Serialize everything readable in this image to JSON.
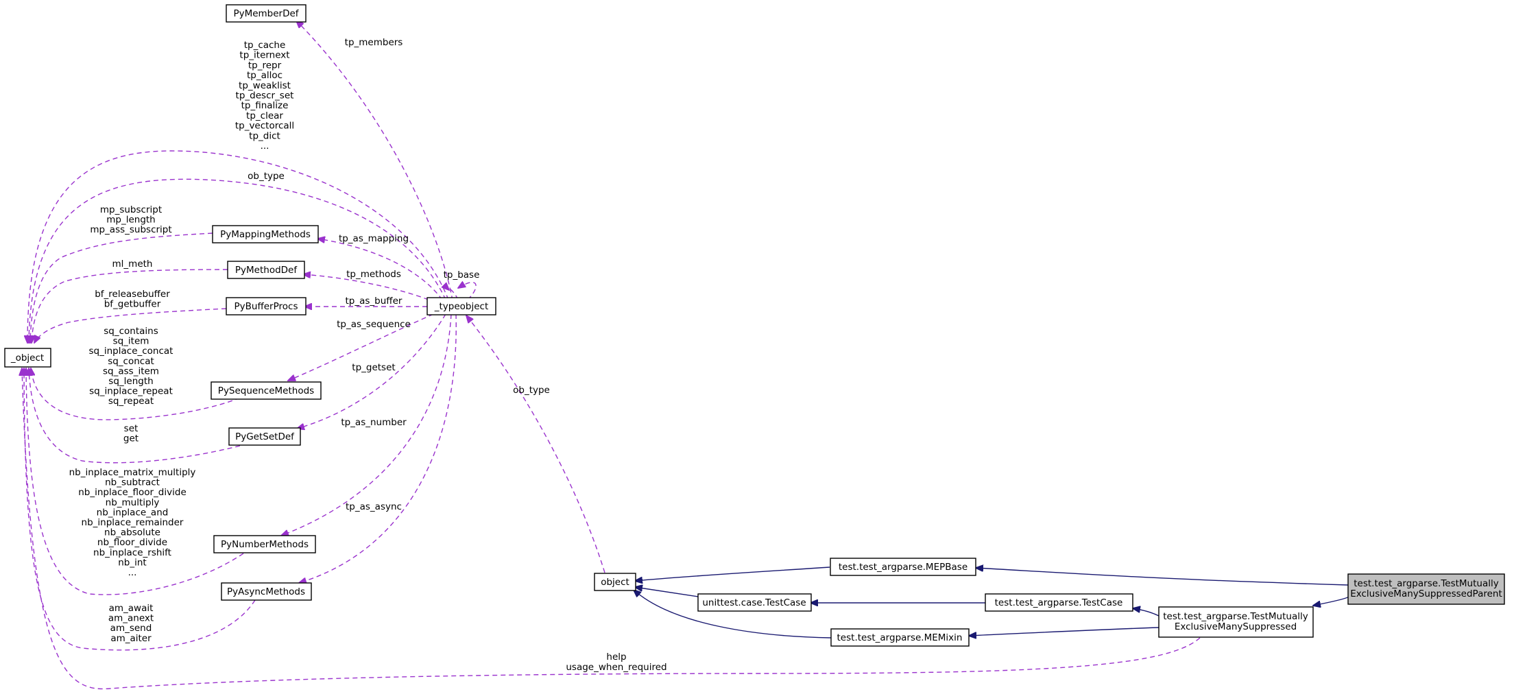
{
  "nodes": {
    "pymemberdef": "PyMemberDef",
    "pymappingmethods": "PyMappingMethods",
    "pymethoddef": "PyMethodDef",
    "pybufferprocs": "PyBufferProcs",
    "typeobject": "_typeobject",
    "object_struct": "_object",
    "pysequencemethods": "PySequenceMethods",
    "pygetsetdef": "PyGetSetDef",
    "pynumbermethods": "PyNumberMethods",
    "pyasyncmethods": "PyAsyncMethods",
    "object": "object",
    "mepbase": "test.test_argparse.MEPBase",
    "unittest_testcase": "unittest.case.TestCase",
    "argparse_testcase": "test.test_argparse.TestCase",
    "memixin": "test.test_argparse.MEMixin",
    "suppressed": [
      "test.test_argparse.TestMutually",
      "ExclusiveManySuppressed"
    ],
    "suppressed_parent": [
      "test.test_argparse.TestMutually",
      "ExclusiveManySuppressedParent"
    ]
  },
  "edge_labels": {
    "tp_members": "tp_members",
    "typeobject_self": [
      "tp_cache",
      "tp_iternext",
      "tp_repr",
      "tp_alloc",
      "tp_weaklist",
      "tp_descr_set",
      "tp_finalize",
      "tp_clear",
      "tp_vectorcall",
      "tp_dict",
      "..."
    ],
    "ob_type_object": "ob_type",
    "mapping_to_object": [
      "mp_subscript",
      "mp_length",
      "mp_ass_subscript"
    ],
    "tp_as_mapping": "tp_as_mapping",
    "ml_meth": "ml_meth",
    "tp_methods": "tp_methods",
    "tp_base": "tp_base",
    "buffer_to_object": [
      "bf_releasebuffer",
      "bf_getbuffer"
    ],
    "tp_as_buffer": "tp_as_buffer",
    "tp_as_sequence": "tp_as_sequence",
    "sequence_to_object": [
      "sq_contains",
      "sq_item",
      "sq_inplace_concat",
      "sq_concat",
      "sq_ass_item",
      "sq_length",
      "sq_inplace_repeat",
      "sq_repeat"
    ],
    "tp_getset": "tp_getset",
    "ob_type_typeobject": "ob_type",
    "getset_to_object": [
      "set",
      "get"
    ],
    "tp_as_number": "tp_as_number",
    "number_to_object": [
      "nb_inplace_matrix_multiply",
      "nb_subtract",
      "nb_inplace_floor_divide",
      "nb_multiply",
      "nb_inplace_and",
      "nb_inplace_remainder",
      "nb_absolute",
      "nb_floor_divide",
      "nb_inplace_rshift",
      "nb_int",
      "..."
    ],
    "tp_as_async": "tp_as_async",
    "async_to_object": [
      "am_await",
      "am_anext",
      "am_send",
      "am_aiter"
    ],
    "suppressed_to_object": [
      "help",
      "usage_when_required"
    ]
  },
  "colors": {
    "member_edge": "#9a32cd",
    "inherit_edge": "#191970",
    "focus_fill": "#bfbfbf"
  }
}
